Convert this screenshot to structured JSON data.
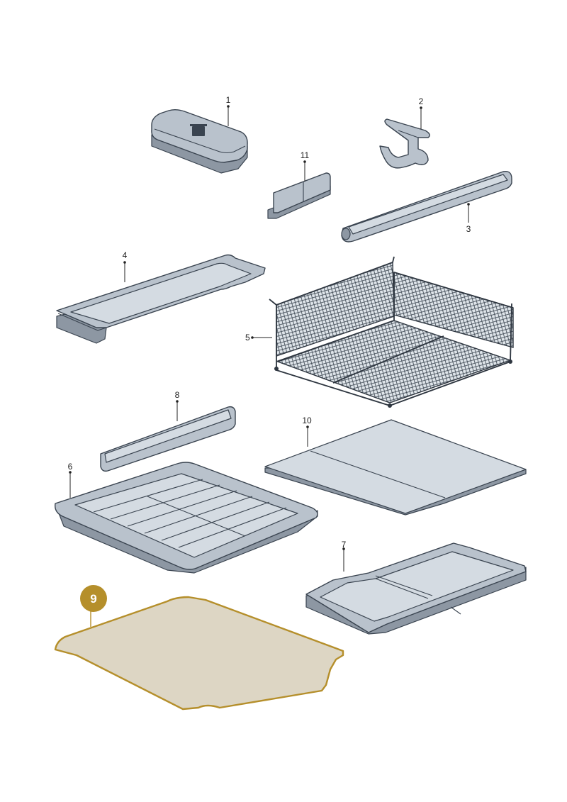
{
  "diagram": {
    "type": "exploded parts diagram",
    "highlight_color": "#b58f2b",
    "highlighted_part": "9",
    "callouts": [
      "1",
      "2",
      "3",
      "4",
      "5",
      "6",
      "7",
      "8",
      "9",
      "10",
      "11"
    ]
  }
}
